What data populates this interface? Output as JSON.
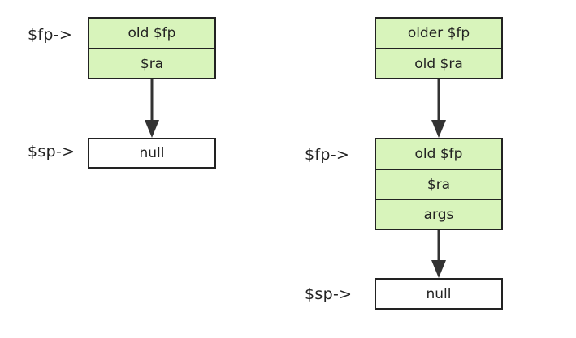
{
  "left_diagram": {
    "fp_pointer": "$fp->",
    "sp_pointer": "$sp->",
    "frame": [
      "old $fp",
      "$ra"
    ],
    "null_box": "null"
  },
  "right_diagram": {
    "fp_pointer": "$fp->",
    "sp_pointer": "$sp->",
    "caller_frame": [
      "older $fp",
      "old $ra"
    ],
    "current_frame": [
      "old $fp",
      "$ra",
      "args"
    ],
    "null_box": "null"
  },
  "colors": {
    "frame_fill": "#d8f4bb",
    "null_fill": "#ffffff",
    "stroke": "#222222"
  }
}
